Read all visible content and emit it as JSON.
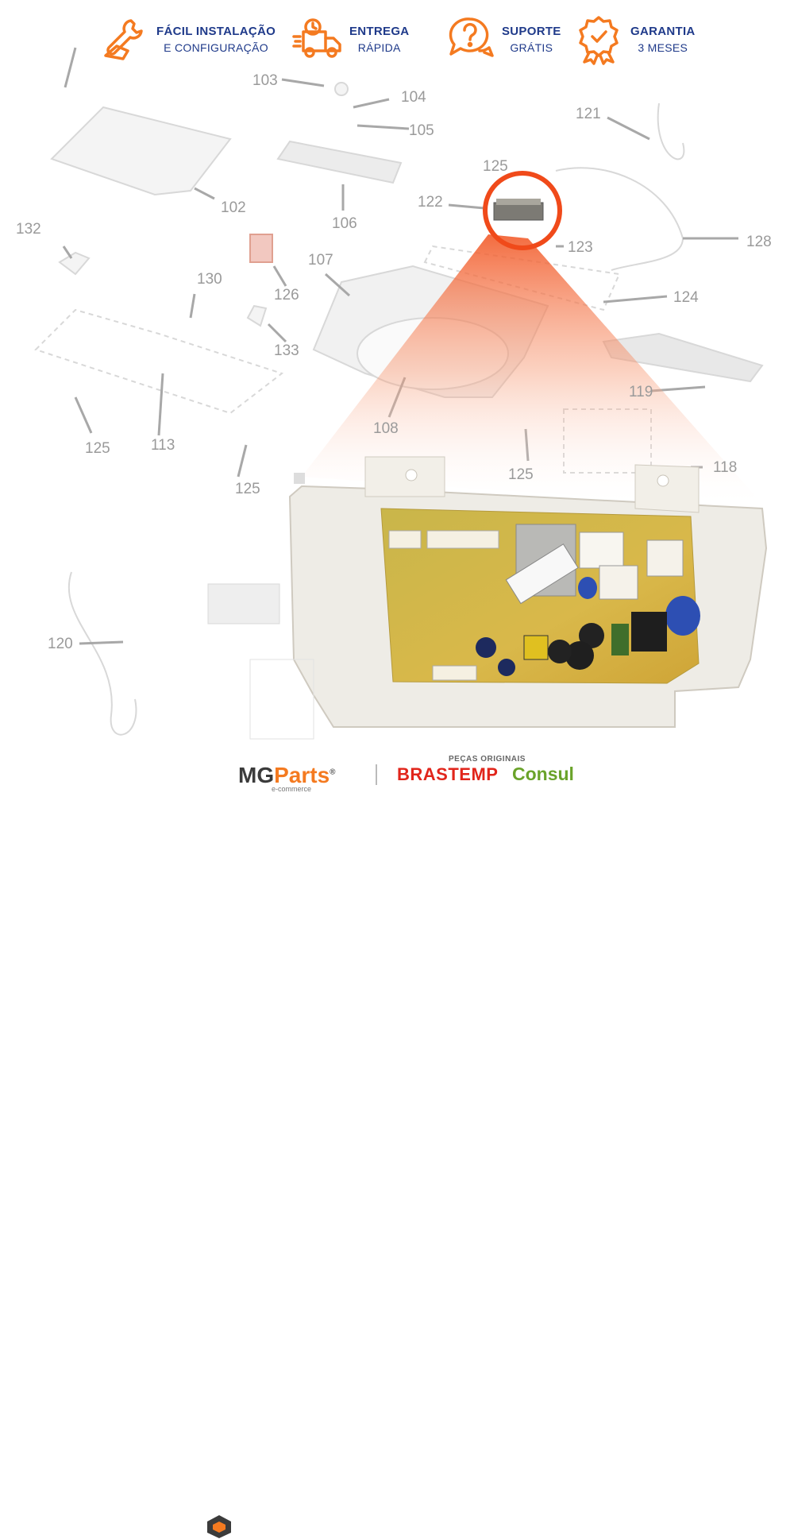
{
  "features": [
    {
      "icon": "wrench-hand-icon",
      "line1": "FÁCIL INSTALAÇÃO",
      "line2": "E CONFIGURAÇÃO"
    },
    {
      "icon": "delivery-truck-icon",
      "line1": "ENTREGA",
      "line2": "RÁPIDA"
    },
    {
      "icon": "support-chat-icon",
      "line1": "SUPORTE",
      "line2": "GRÁTIS"
    },
    {
      "icon": "warranty-badge-icon",
      "line1": "GARANTIA",
      "line2": "3 MESES"
    }
  ],
  "part_numbers": [
    "103",
    "104",
    "105",
    "121",
    "125",
    "102",
    "106",
    "122",
    "132",
    "130",
    "107",
    "123",
    "128",
    "126",
    "124",
    "133",
    "119",
    "108",
    "125",
    "113",
    "125",
    "118",
    "125",
    "120"
  ],
  "footer": {
    "mg_main": "MG",
    "mg_parts": "Parts",
    "mg_reg": "®",
    "mg_sub": "e-commerce",
    "originals": "PEÇAS ORIGINAIS",
    "brand1": "BRASTEMP",
    "brand2": "Consul"
  },
  "colors": {
    "accent": "#f47a20",
    "brand_blue": "#1f3a8a",
    "brastemp_red": "#e1251b",
    "consul_green": "#6aa32a",
    "highlight_red": "#f04a1a"
  }
}
